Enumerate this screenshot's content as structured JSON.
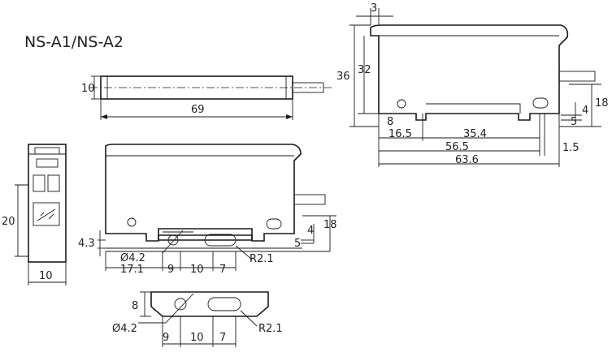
{
  "title": "NS-A1/NS-A2",
  "top_view": {
    "height_label": "10",
    "length_label": "69"
  },
  "front_view": {
    "width_label": "10",
    "height_label": "20"
  },
  "side_view": {
    "hole_dia_label": "Ø4.2",
    "offset_label": "4.3",
    "slot_radius_label": "R2.1",
    "height_label": "18",
    "h4_label": "4",
    "h5_label": "5",
    "seg1_label": "17.1",
    "seg2_label": "9",
    "seg3_label": "10",
    "seg4_label": "7"
  },
  "bottom_view": {
    "hole_dia_label": "Ø4.2",
    "height_label": "8",
    "slot_radius_label": "R2.1",
    "seg1_label": "9",
    "seg2_label": "10",
    "seg3_label": "7"
  },
  "right_view": {
    "lip_label": "3",
    "total_height_label": "36",
    "body_height_label": "32",
    "base_label": "8",
    "height18_label": "18",
    "h4_label": "4",
    "h5_label": "5",
    "d16_label": "16.5",
    "d35_label": "35.4",
    "d56_label": "56.5",
    "d63_label": "63.6",
    "d15_label": "1.5"
  }
}
